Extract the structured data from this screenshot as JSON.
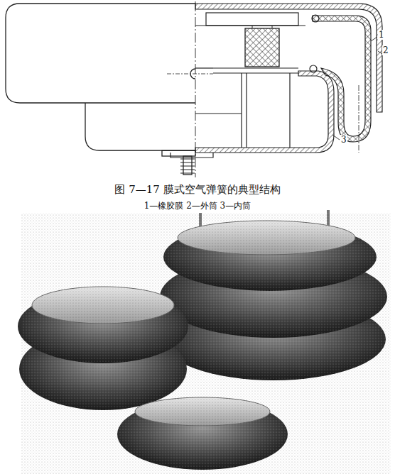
{
  "diagram": {
    "caption": "图 7—17 膜式空气弹簧的典型结构",
    "labels": [
      "1",
      "2",
      "3",
      "1—橡胶膜 2—外筒 3—内筒"
    ]
  }
}
